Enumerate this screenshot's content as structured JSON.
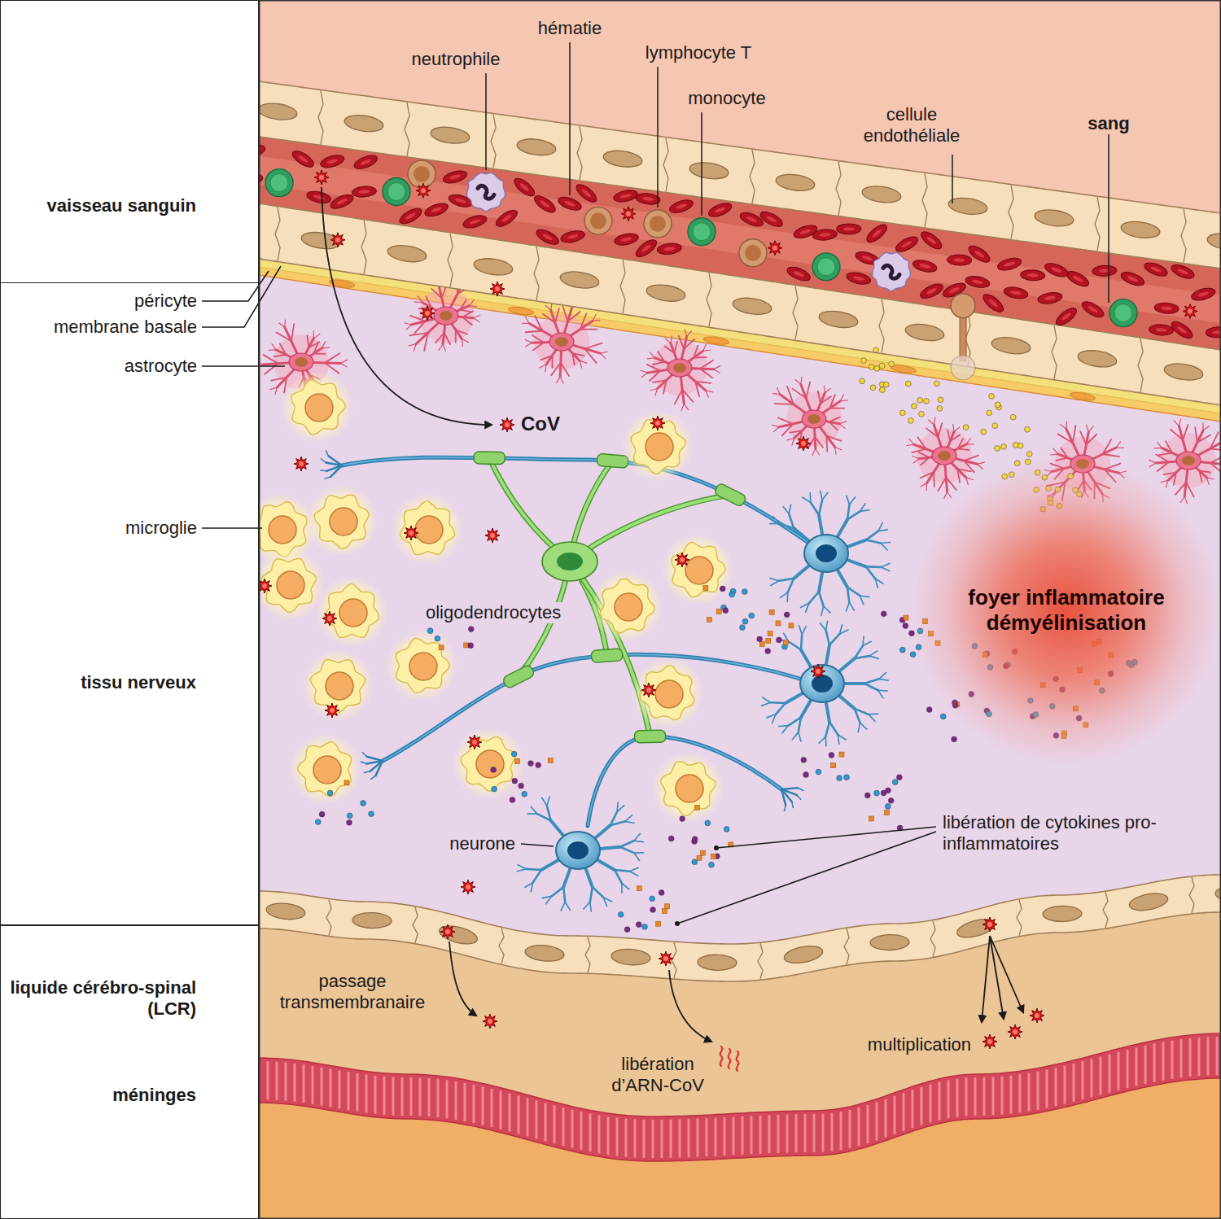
{
  "diagram": {
    "nodes": [
      {
        "text": [
          "vaisseau sanguin"
        ]
      },
      {
        "text": [
          "tissu nerveux"
        ]
      },
      {
        "text": [
          "liquide cérébro-spinal (LCR)",
          "méninges"
        ]
      },
      {
        "text": [
          "foyer inflammatoire démyélinisation"
        ]
      }
    ],
    "labels": [
      "neutrophile",
      "hématie",
      "lymphocyte T",
      "monocyte",
      "cellule endothéliale",
      "sang",
      "péricyte",
      "membrane basale",
      "astrocyte",
      "CoV",
      "microglie",
      "oligodendrocytes",
      "neurone",
      "libération de cytokines pro-inflammatoires",
      "passage transmembranaire",
      "multiplication",
      "libération d’ARN-CoV"
    ]
  }
}
